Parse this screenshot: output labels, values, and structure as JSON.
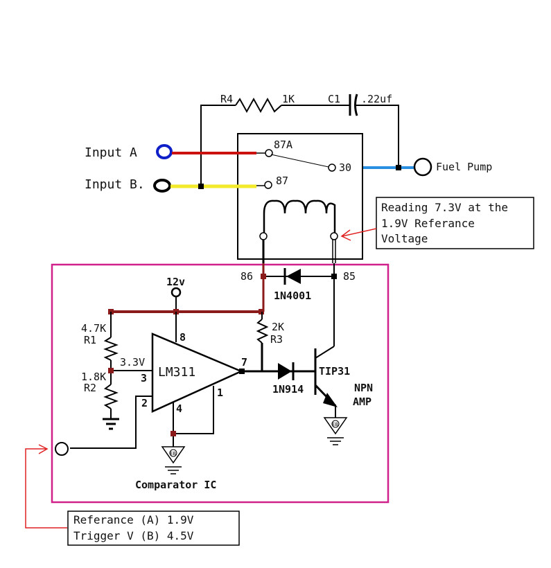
{
  "labels": {
    "r4": "R4",
    "r4_value": "1K",
    "c1": "C1",
    "c1_value": ".22uf",
    "input_a": "Input A",
    "input_b": "Input B.",
    "pin_87a": "87A",
    "pin_87": "87",
    "pin_30": "30",
    "fuel_pump": "Fuel Pump",
    "pin_86": "86",
    "pin_85": "85",
    "diode_1n4001": "1N4001",
    "supply_12v": "12v",
    "r1_value": "4.7K",
    "r1": "R1",
    "node_3_3v": "3.3V",
    "r2_value": "1.8K",
    "r2": "R2",
    "pin_8": "8",
    "pin_3": "3",
    "pin_2": "2",
    "pin_4": "4",
    "pin_1": "1",
    "pin_7": "7",
    "ic_name": "LM311",
    "r3_value": "2K",
    "r3": "R3",
    "diode_1n914": "1N914",
    "transistor": "TIP31",
    "npn": "NPN",
    "amp": "AMP",
    "ground_eb": "EB",
    "comparator_caption": "Comparator IC"
  },
  "callouts": {
    "reading_line1": "Reading 7.3V at the",
    "reading_line2": "1.9V Referance",
    "reading_line3": "Voltage",
    "reference_line1": "Referance (A) 1.9V",
    "reference_line2": "Trigger V (B) 4.5V"
  },
  "colors": {
    "wire": "#000000",
    "input_a_wire": "#cc1111",
    "input_b_wire": "#f2ea2a",
    "fuel_pump_wire": "#2a8fe0",
    "supply_wire": "#8b1a1a",
    "input_a_terminal": "#1020c8",
    "frame": "#d0208a",
    "arrow": "#e02020"
  }
}
